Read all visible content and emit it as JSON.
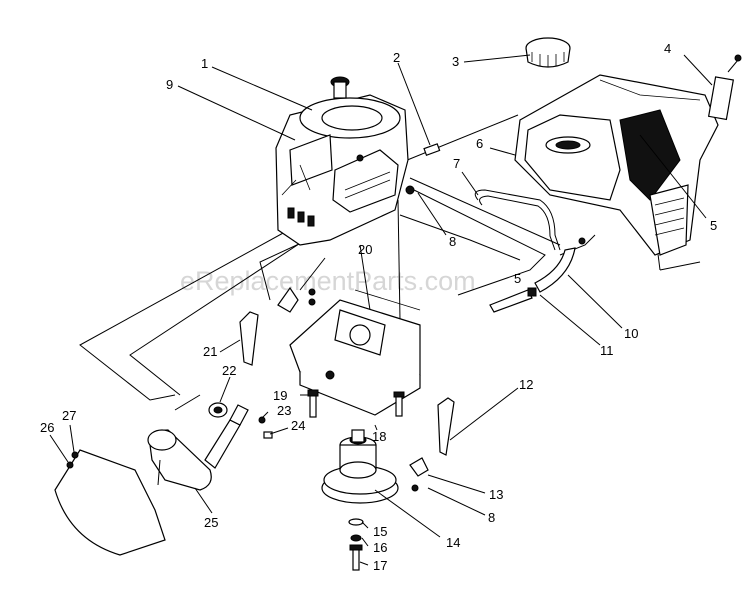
{
  "watermark": "eReplacementParts.com",
  "callouts": [
    {
      "id": "1",
      "text": "1"
    },
    {
      "id": "2",
      "text": "2"
    },
    {
      "id": "3",
      "text": "3"
    },
    {
      "id": "4",
      "text": "4"
    },
    {
      "id": "5a",
      "text": "5"
    },
    {
      "id": "5b",
      "text": "5"
    },
    {
      "id": "6",
      "text": "6"
    },
    {
      "id": "7",
      "text": "7"
    },
    {
      "id": "8a",
      "text": "8"
    },
    {
      "id": "8b",
      "text": "8"
    },
    {
      "id": "9",
      "text": "9"
    },
    {
      "id": "10",
      "text": "10"
    },
    {
      "id": "11",
      "text": "11"
    },
    {
      "id": "12",
      "text": "12"
    },
    {
      "id": "13",
      "text": "13"
    },
    {
      "id": "14",
      "text": "14"
    },
    {
      "id": "15",
      "text": "15"
    },
    {
      "id": "16",
      "text": "16"
    },
    {
      "id": "17",
      "text": "17"
    },
    {
      "id": "18",
      "text": "18"
    },
    {
      "id": "19",
      "text": "19"
    },
    {
      "id": "20",
      "text": "20"
    },
    {
      "id": "21",
      "text": "21"
    },
    {
      "id": "22",
      "text": "22"
    },
    {
      "id": "23",
      "text": "23"
    },
    {
      "id": "24",
      "text": "24"
    },
    {
      "id": "25",
      "text": "25"
    },
    {
      "id": "26",
      "text": "26"
    },
    {
      "id": "27",
      "text": "27"
    }
  ]
}
